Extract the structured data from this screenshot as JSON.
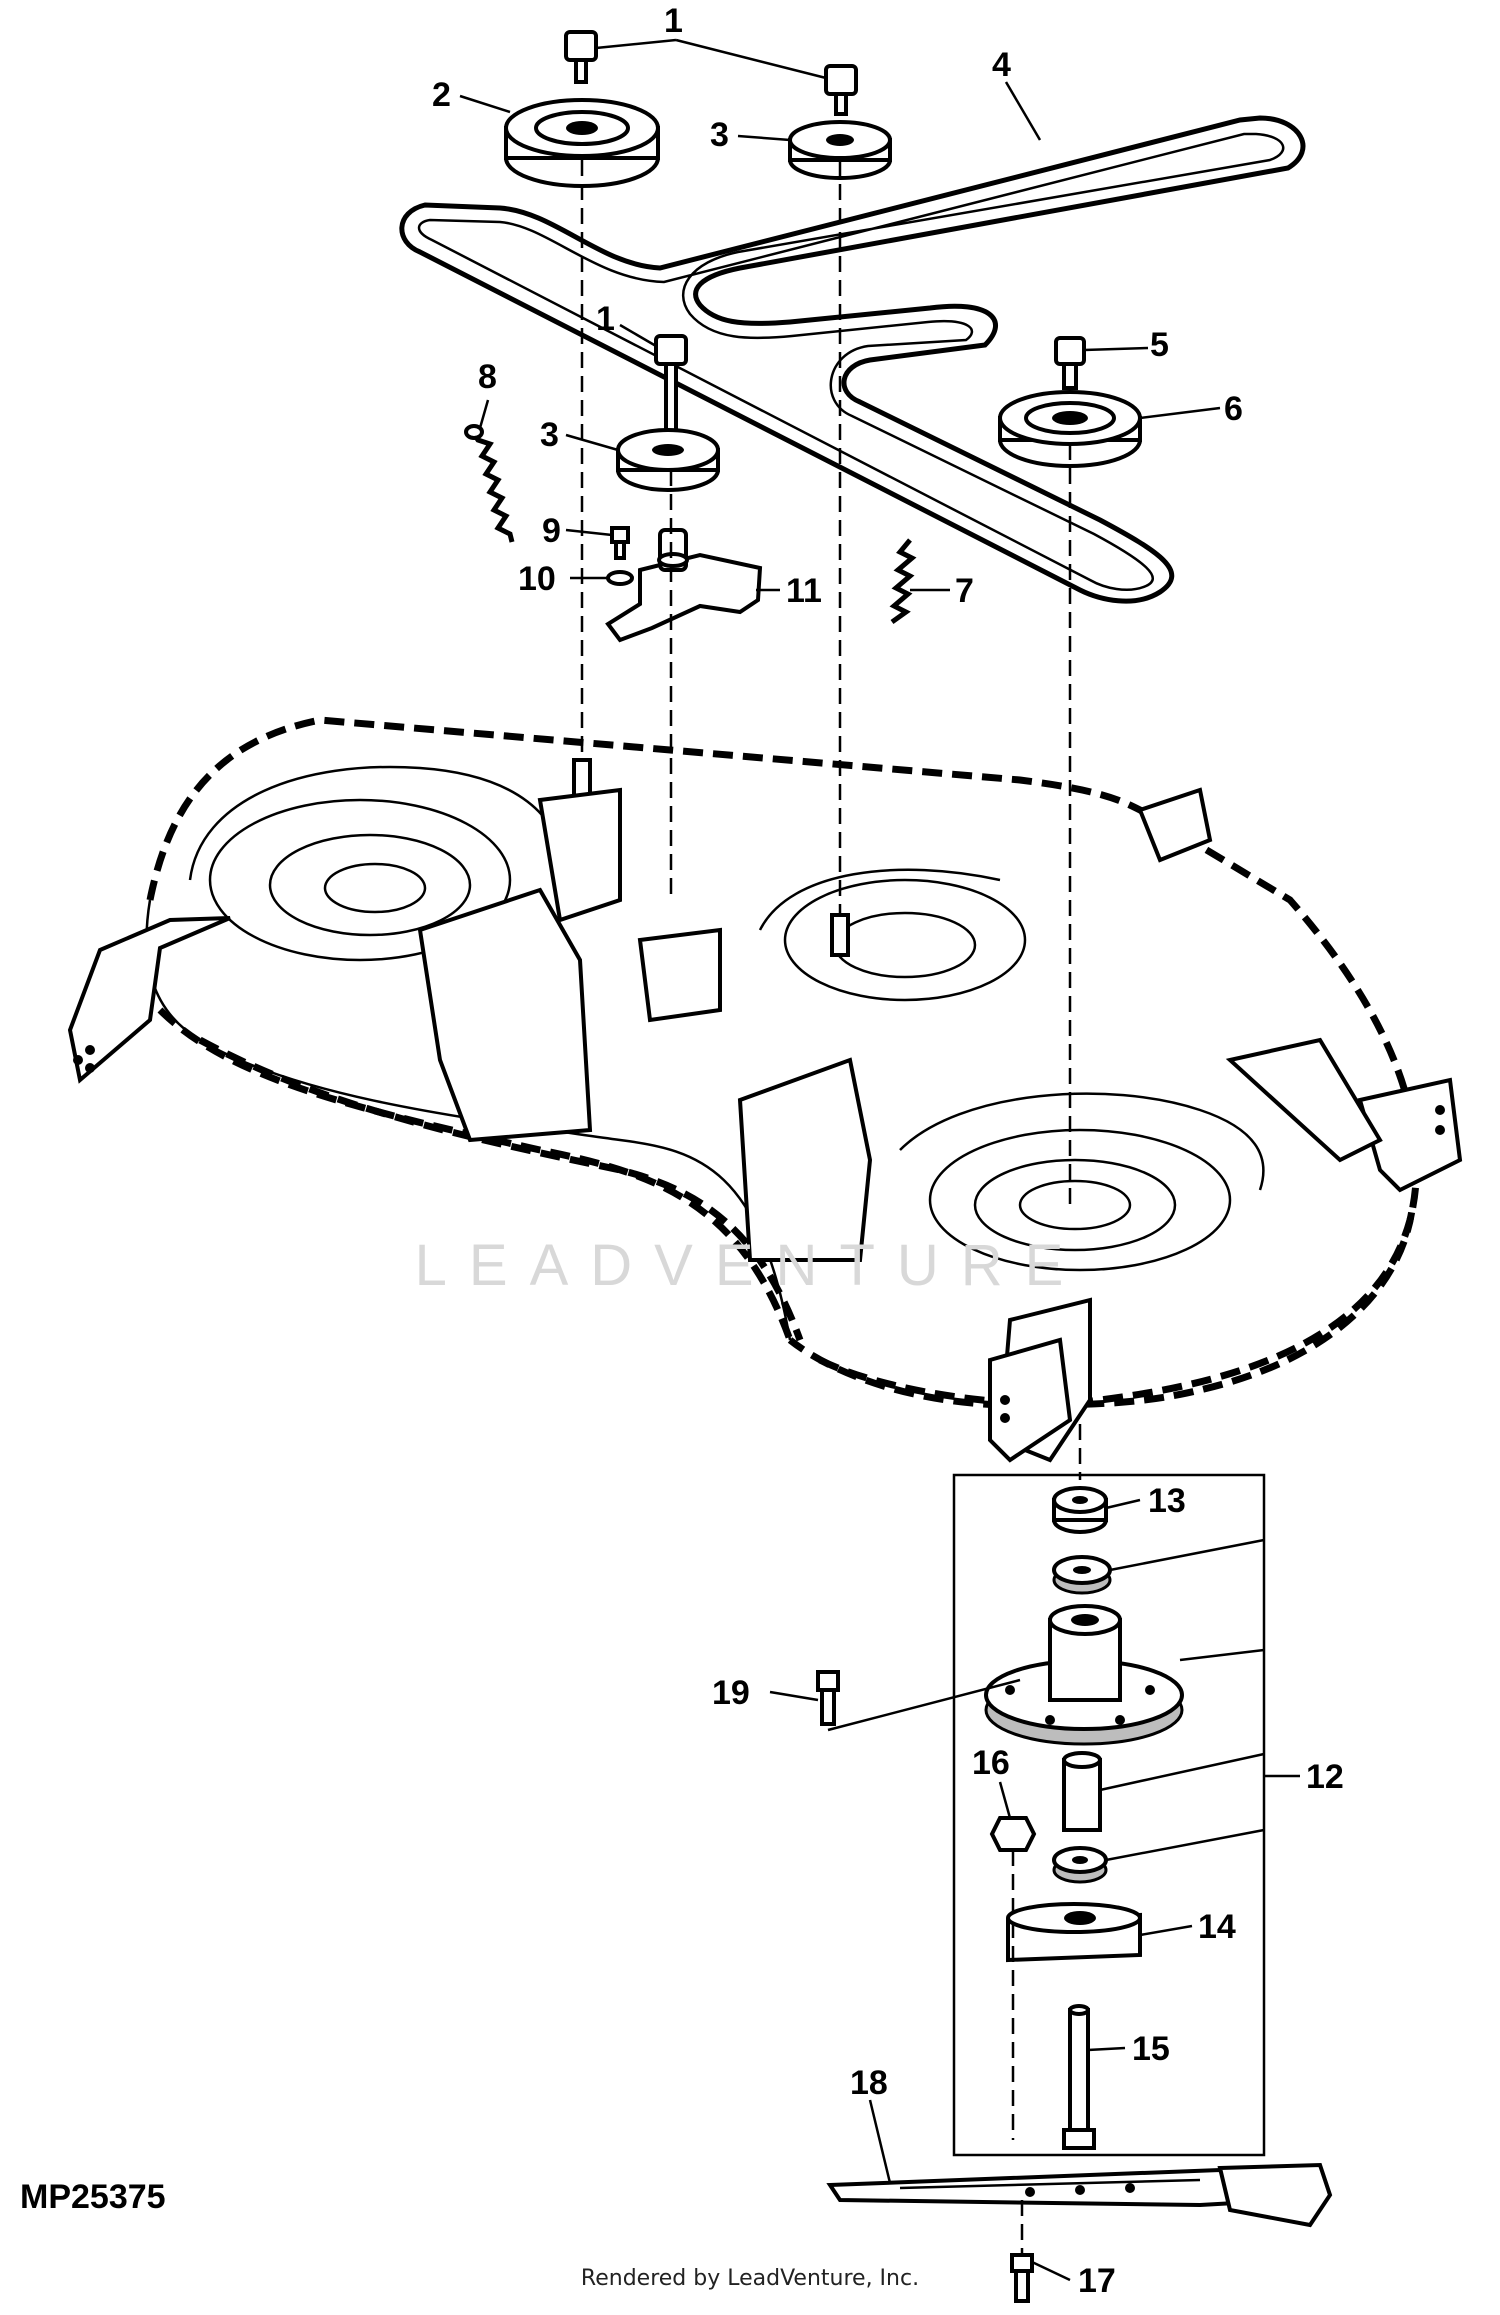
{
  "diagram": {
    "figure_id": "MP25375",
    "credit": "Rendered by LeadVenture, Inc.",
    "watermark": "LEADVENTURE",
    "callouts": [
      "1",
      "2",
      "3",
      "4",
      "1",
      "5",
      "6",
      "8",
      "3",
      "9",
      "10",
      "11",
      "7",
      "13",
      "19",
      "16",
      "12",
      "14",
      "15",
      "18",
      "17"
    ]
  }
}
